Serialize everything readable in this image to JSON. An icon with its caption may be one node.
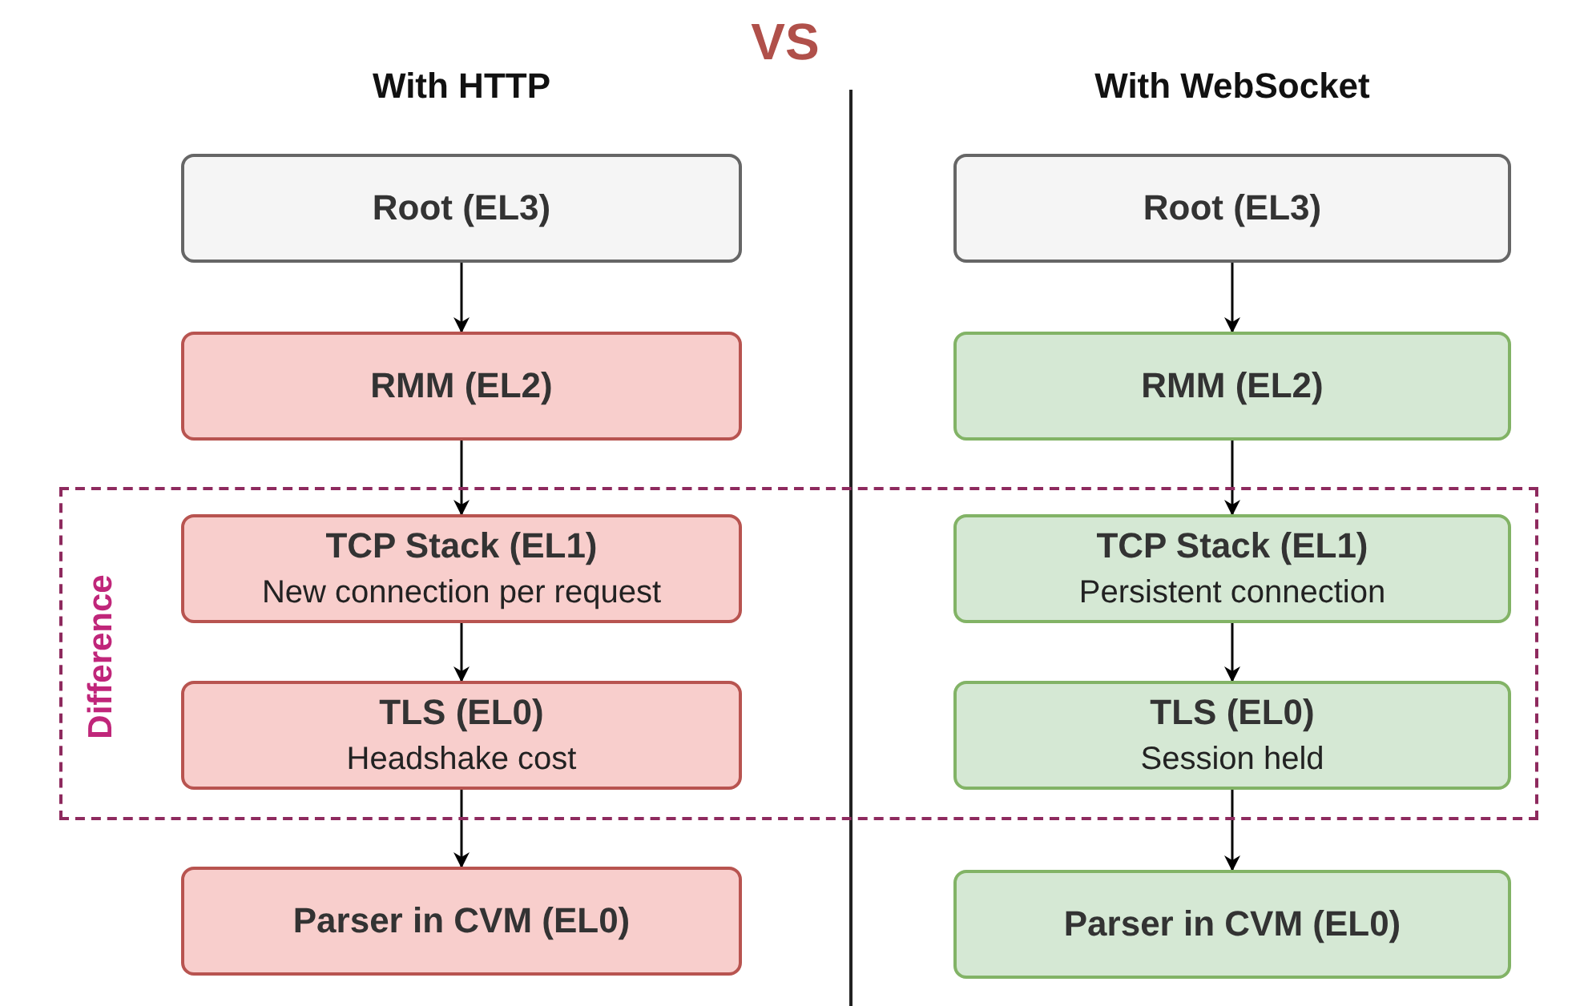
{
  "diagram": {
    "title": "VS",
    "nodes": [
      {
        "text": [
          "Root (EL3)"
        ]
      },
      {
        "text": [
          "RMM (EL2)"
        ]
      },
      {
        "text": [
          "Difference"
        ]
      },
      {
        "text": [
          "TCP Stack (EL1)",
          "New connection per request"
        ],
        "in": 2
      },
      {
        "text": [
          "TLS (EL0)",
          "Headshake cost"
        ],
        "in": 2
      },
      {
        "text": [
          "Parser in CVM (EL0)"
        ]
      },
      {
        "text": [
          "Root (EL3)"
        ]
      },
      {
        "text": [
          "RMM (EL2)"
        ]
      },
      {
        "text": [
          "TCP Stack (EL1)",
          "Persistent connection"
        ],
        "in": 2
      },
      {
        "text": [
          "TLS (EL0)",
          "Session held"
        ],
        "in": 2
      },
      {
        "text": [
          "Parser in CVM (EL0)"
        ]
      }
    ],
    "edges": [
      {
        "from": 0,
        "to": 1,
        "arrow": "to"
      },
      {
        "from": 1,
        "to": 3,
        "arrow": "to"
      },
      {
        "from": 3,
        "to": 4,
        "arrow": "to"
      },
      {
        "from": 4,
        "to": 5,
        "arrow": "to"
      },
      {
        "from": 6,
        "to": 7,
        "arrow": "to"
      },
      {
        "from": 7,
        "to": 8,
        "arrow": "to"
      },
      {
        "from": 8,
        "to": 9,
        "arrow": "to"
      },
      {
        "from": 9,
        "to": 10,
        "arrow": "to"
      }
    ],
    "labels": [
      "With HTTP",
      "With WebSocket"
    ]
  }
}
